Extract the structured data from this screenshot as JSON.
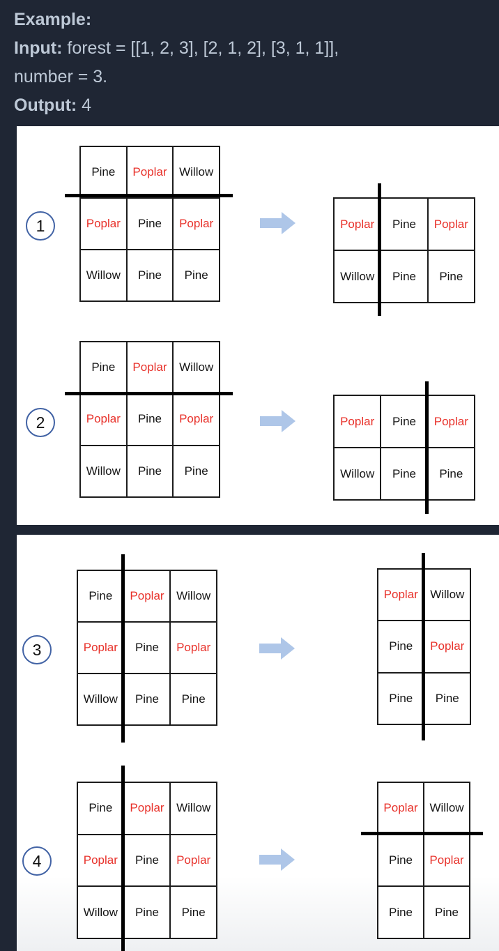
{
  "header": {
    "example_label": "Example:",
    "input_label": "Input:",
    "input_value": " forest = [[1, 2, 3], [2, 1, 2], [3, 1, 1]],",
    "input_continuation": "number = 3.",
    "output_label": "Output:",
    "output_value": " 4"
  },
  "colors": {
    "page_background": "#1f2634",
    "panel_background": "#ffffff",
    "header_text": "#bdc8d6",
    "cell_text": "#151515",
    "poplar_red": "#e8312a",
    "arrow_blue": "#aec6e8",
    "badge_stroke": "#4263a5",
    "cut_line": "#000000"
  },
  "cases": [
    {
      "number": "1",
      "source_cut": "horizontal between row 1 and row 2",
      "result_cut": "vertical between column 1 and column 2",
      "source_rows": [
        [
          {
            "t": "Pine"
          },
          {
            "t": "Poplar",
            "red": true
          },
          {
            "t": "Willow"
          }
        ],
        [
          {
            "t": "Poplar",
            "red": true
          },
          {
            "t": "Pine"
          },
          {
            "t": "Poplar",
            "red": true
          }
        ],
        [
          {
            "t": "Willow"
          },
          {
            "t": "Pine"
          },
          {
            "t": "Pine"
          }
        ]
      ],
      "result_rows": [
        [
          {
            "t": "Poplar",
            "red": true
          },
          {
            "t": "Pine"
          },
          {
            "t": "Poplar",
            "red": true
          }
        ],
        [
          {
            "t": "Willow"
          },
          {
            "t": "Pine"
          },
          {
            "t": "Pine"
          }
        ]
      ]
    },
    {
      "number": "2",
      "source_cut": "horizontal between row 1 and row 2",
      "result_cut": "vertical between column 2 and column 3",
      "source_rows": [
        [
          {
            "t": "Pine"
          },
          {
            "t": "Poplar",
            "red": true
          },
          {
            "t": "Willow"
          }
        ],
        [
          {
            "t": "Poplar",
            "red": true
          },
          {
            "t": "Pine"
          },
          {
            "t": "Poplar",
            "red": true
          }
        ],
        [
          {
            "t": "Willow"
          },
          {
            "t": "Pine"
          },
          {
            "t": "Pine"
          }
        ]
      ],
      "result_rows": [
        [
          {
            "t": "Poplar",
            "red": true
          },
          {
            "t": "Pine"
          },
          {
            "t": "Poplar",
            "red": true
          }
        ],
        [
          {
            "t": "Willow"
          },
          {
            "t": "Pine"
          },
          {
            "t": "Pine"
          }
        ]
      ]
    },
    {
      "number": "3",
      "source_cut": "vertical between column 1 and column 2",
      "result_cut": "vertical between column 1 and column 2",
      "source_rows": [
        [
          {
            "t": "Pine"
          },
          {
            "t": "Poplar",
            "red": true
          },
          {
            "t": "Willow"
          }
        ],
        [
          {
            "t": "Poplar",
            "red": true
          },
          {
            "t": "Pine"
          },
          {
            "t": "Poplar",
            "red": true
          }
        ],
        [
          {
            "t": "Willow"
          },
          {
            "t": "Pine"
          },
          {
            "t": "Pine"
          }
        ]
      ],
      "result_rows": [
        [
          {
            "t": "Poplar",
            "red": true
          },
          {
            "t": "Willow"
          }
        ],
        [
          {
            "t": "Pine"
          },
          {
            "t": "Poplar",
            "red": true
          }
        ],
        [
          {
            "t": "Pine"
          },
          {
            "t": "Pine"
          }
        ]
      ]
    },
    {
      "number": "4",
      "source_cut": "vertical between column 1 and column 2",
      "result_cut": "horizontal between row 1 and row 2",
      "source_rows": [
        [
          {
            "t": "Pine"
          },
          {
            "t": "Poplar",
            "red": true
          },
          {
            "t": "Willow"
          }
        ],
        [
          {
            "t": "Poplar",
            "red": true
          },
          {
            "t": "Pine"
          },
          {
            "t": "Poplar",
            "red": true
          }
        ],
        [
          {
            "t": "Willow"
          },
          {
            "t": "Pine"
          },
          {
            "t": "Pine"
          }
        ]
      ],
      "result_rows": [
        [
          {
            "t": "Poplar",
            "red": true
          },
          {
            "t": "Willow"
          }
        ],
        [
          {
            "t": "Pine"
          },
          {
            "t": "Poplar",
            "red": true
          }
        ],
        [
          {
            "t": "Pine"
          },
          {
            "t": "Pine"
          }
        ]
      ]
    }
  ]
}
